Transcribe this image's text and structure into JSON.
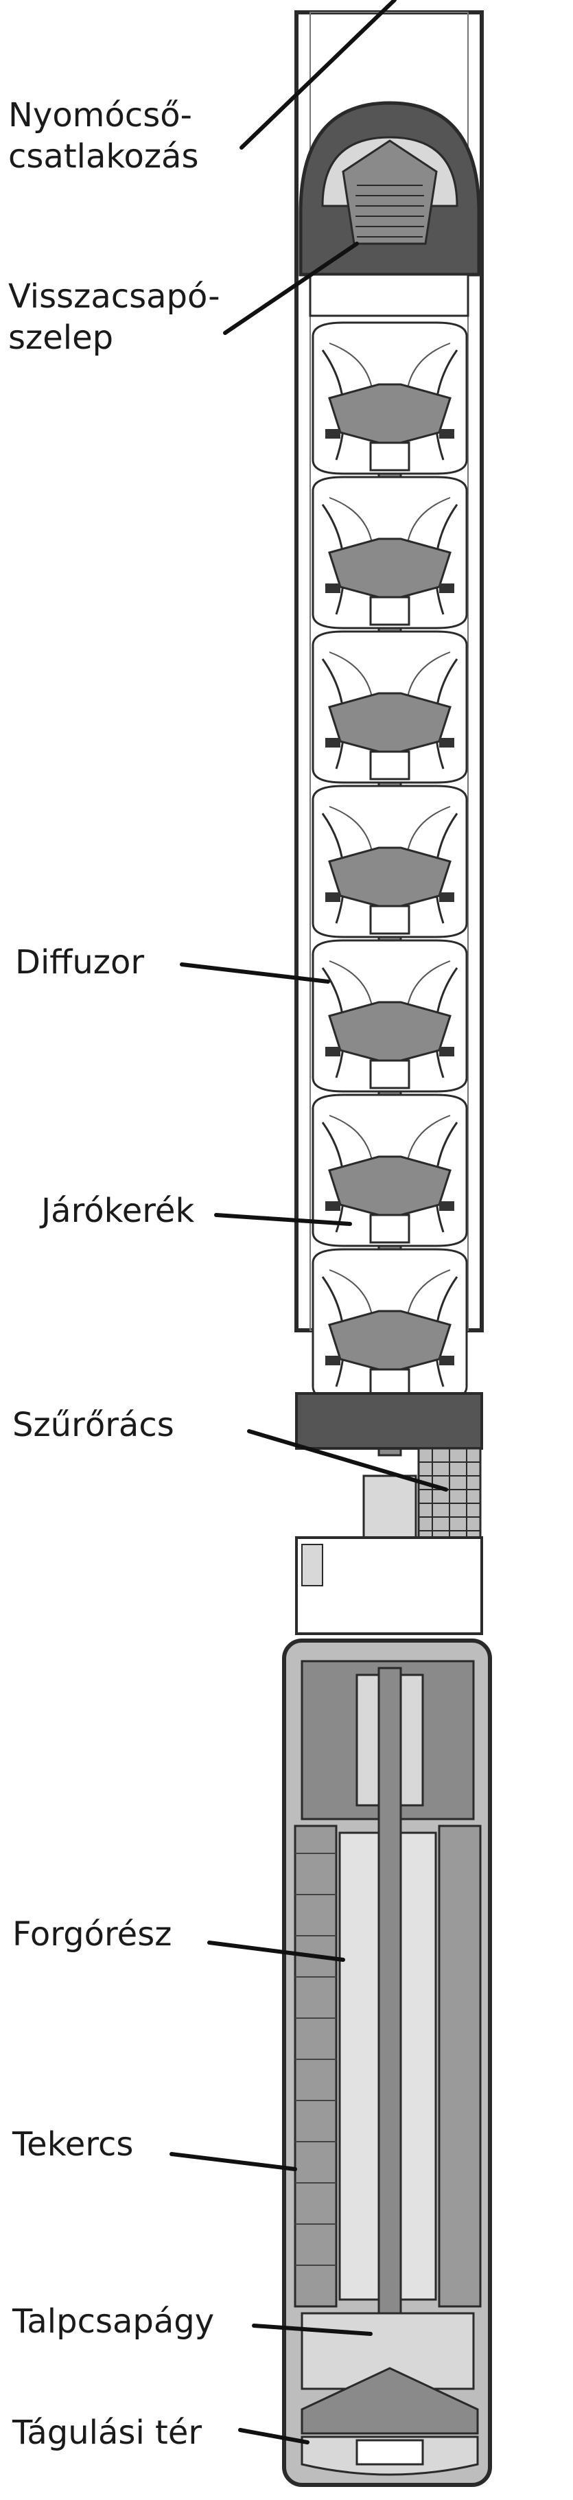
{
  "diagram": {
    "colors": {
      "outline": "#2a2a2a",
      "dark_fill": "#555555",
      "mid_fill": "#8a8a8a",
      "light_fill": "#d8d8d8",
      "motor_fill": "#bdbdbd"
    },
    "labels": [
      {
        "id": "nyomocso",
        "lines": [
          "Nyomócső-",
          "csatlakozás"
        ]
      },
      {
        "id": "visszacsapo",
        "lines": [
          "Visszacsapó-",
          "szelep"
        ]
      },
      {
        "id": "diffuzor",
        "lines": [
          "Diffuzor"
        ]
      },
      {
        "id": "jarokerek",
        "lines": [
          "Járókerék"
        ]
      },
      {
        "id": "szurotracs",
        "lines": [
          "Szűrőrács"
        ]
      },
      {
        "id": "forgoresz",
        "lines": [
          "Forgórész"
        ]
      },
      {
        "id": "tekercs",
        "lines": [
          "Tekercs"
        ]
      },
      {
        "id": "talpcsapagy",
        "lines": [
          "Talpcsapágy"
        ]
      },
      {
        "id": "tagulasi",
        "lines": [
          "Tágulási tér"
        ]
      }
    ]
  }
}
